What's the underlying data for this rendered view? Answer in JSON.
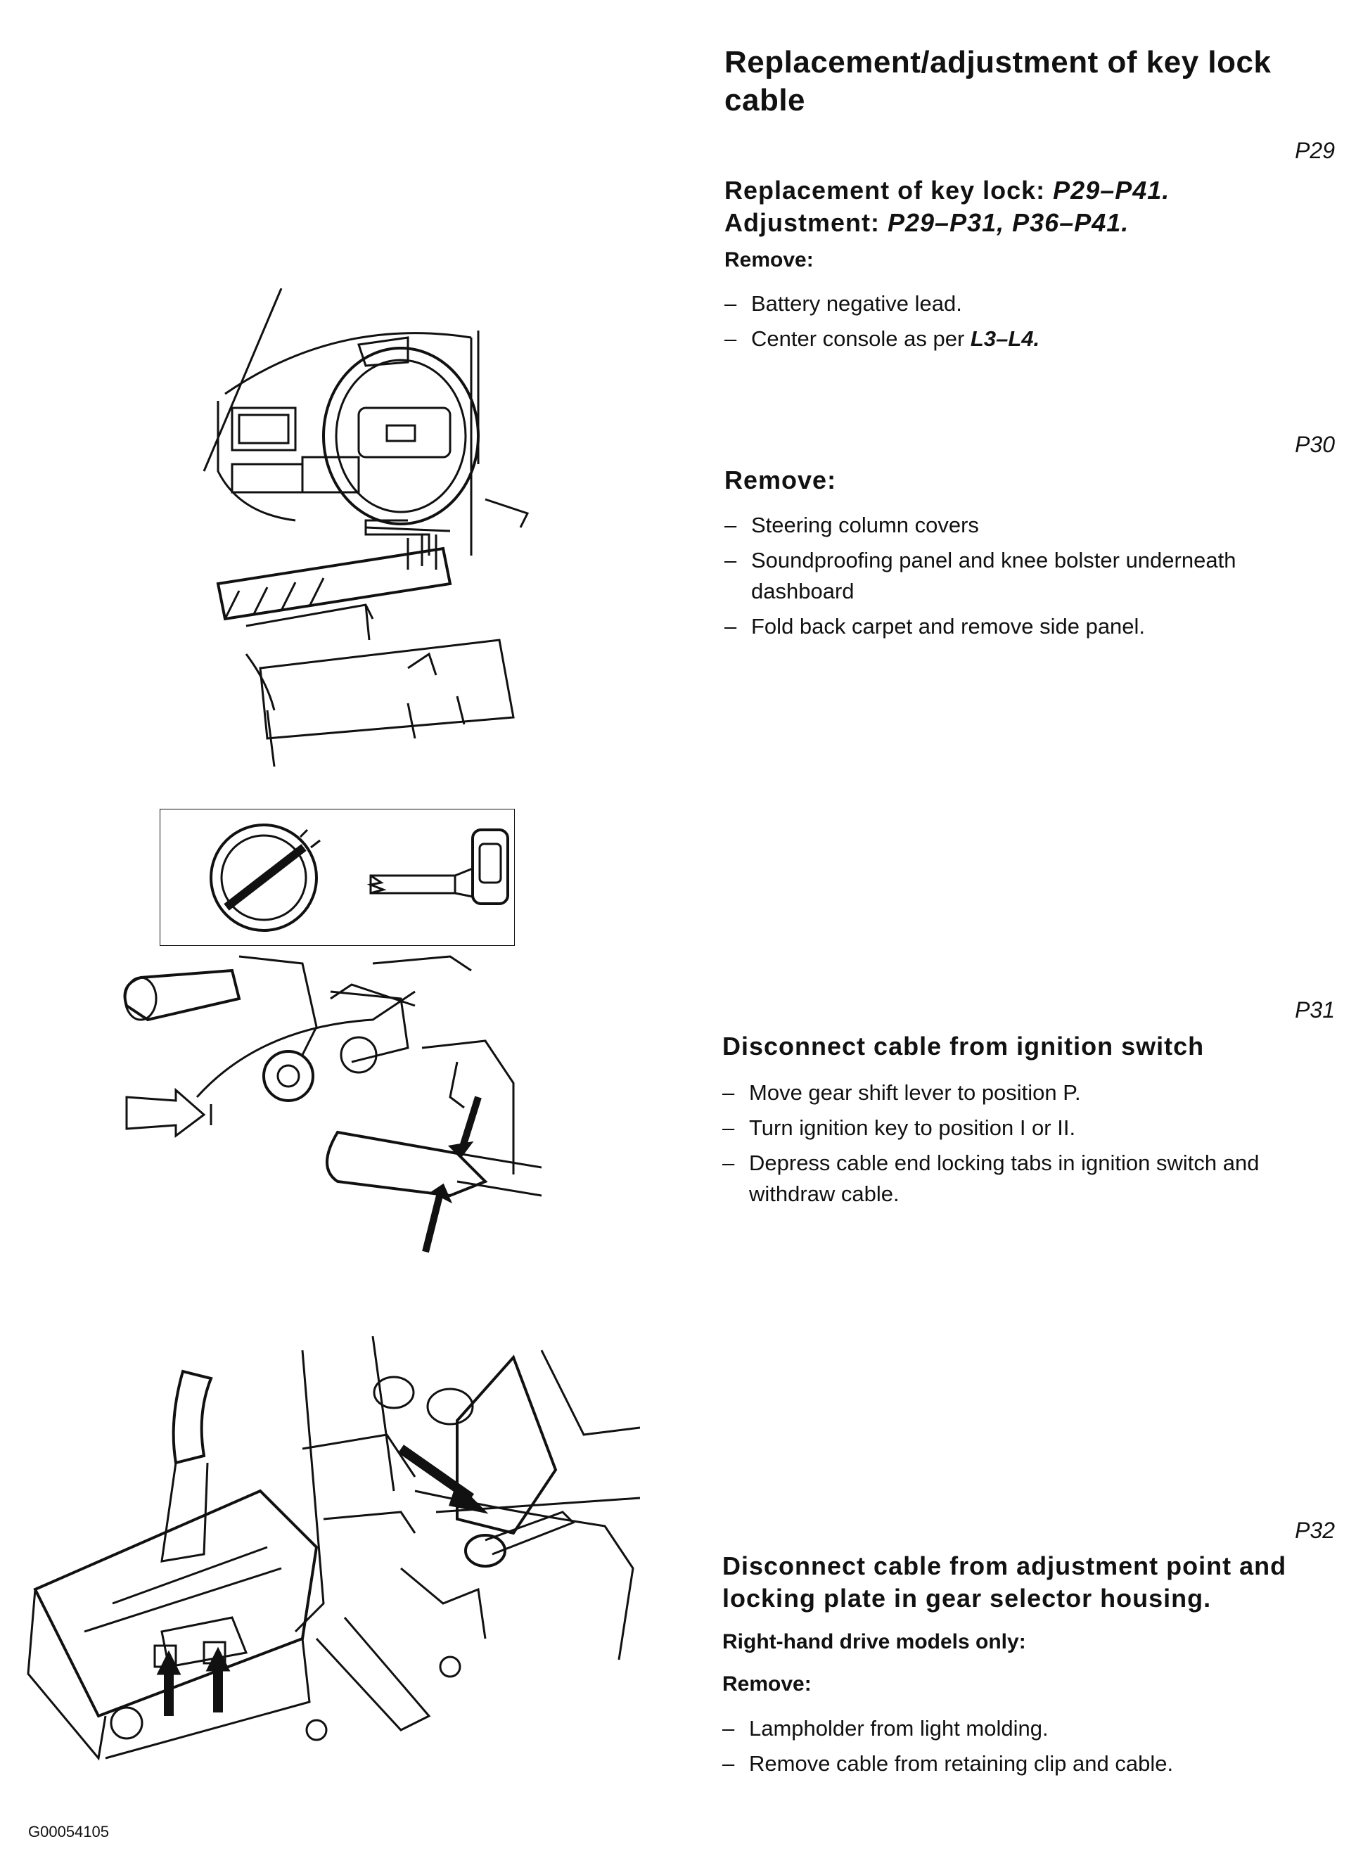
{
  "title": "Replacement/adjustment of key lock cable",
  "sections": [
    {
      "ref": "P29",
      "heading_a_prefix": "Replacement of key lock: ",
      "heading_a_ref": "P29–P41.",
      "heading_b_prefix": "Adjustment: ",
      "heading_b_ref": "P29–P31, P36–P41.",
      "label": "Remove:",
      "steps": [
        "Battery negative lead.",
        "Center console as per ",
        "L3–L4."
      ]
    },
    {
      "ref": "P30",
      "heading": "Remove:",
      "steps": [
        "Steering column covers",
        "Soundproofing panel and knee bolster underneath dashboard",
        "Fold back carpet and remove side panel."
      ]
    },
    {
      "ref": "P31",
      "heading": "Disconnect cable from ignition switch",
      "steps": [
        "Move gear shift lever to position P.",
        "Turn ignition key to position I or II.",
        "Depress cable end locking tabs in ignition switch and withdraw cable."
      ]
    },
    {
      "ref": "P32",
      "heading": "Disconnect cable from adjustment point and locking plate in gear selector housing.",
      "label_a": "Right-hand drive models only:",
      "label_b": "Remove:",
      "steps": [
        "Lampholder from light molding.",
        "Remove cable from retaining clip and cable."
      ]
    }
  ],
  "footer_code": "G00054105"
}
